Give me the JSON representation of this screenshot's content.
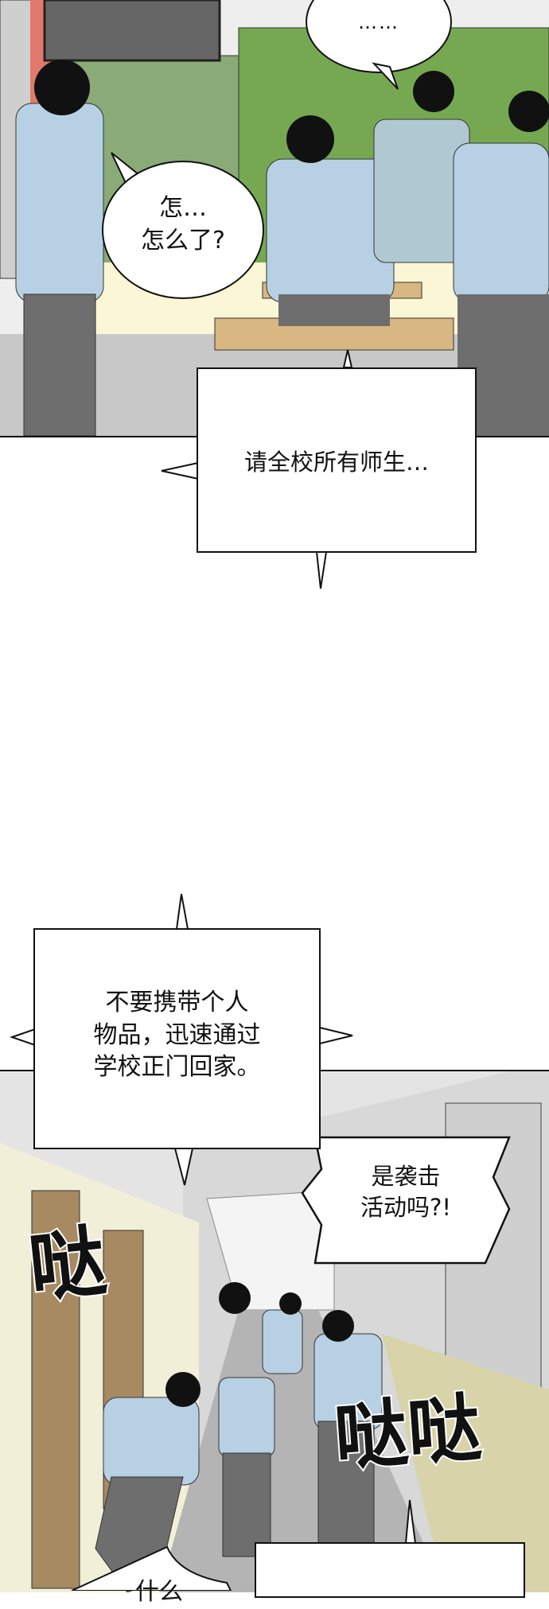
{
  "panels": [
    {
      "scene": "classroom",
      "bubbles": [
        {
          "text": "……"
        },
        {
          "lines": [
            "怎…",
            "怎么了?"
          ]
        }
      ]
    },
    {
      "caption": {
        "text": "请全校所有师生…"
      }
    },
    {
      "caption": {
        "lines": [
          "不要携带个人",
          "物品，迅速通过",
          "学校正门回家。"
        ]
      }
    },
    {
      "scene": "hallway",
      "bubbles": [
        {
          "lines": [
            "是袭击",
            "活动吗?!"
          ]
        },
        {
          "text": "什么"
        }
      ],
      "sfx": [
        {
          "text": "哒"
        },
        {
          "text": "哒哒"
        }
      ]
    }
  ],
  "colors": {
    "board_green": "#76a852",
    "shirt_blue": "#b8d0e4",
    "pants_gray": "#6e6e6e",
    "wall_red": "#e07a6c",
    "desk_tan": "#d9b783",
    "floor_gray": "#b4b4b4",
    "door_brown": "#a88a62"
  }
}
